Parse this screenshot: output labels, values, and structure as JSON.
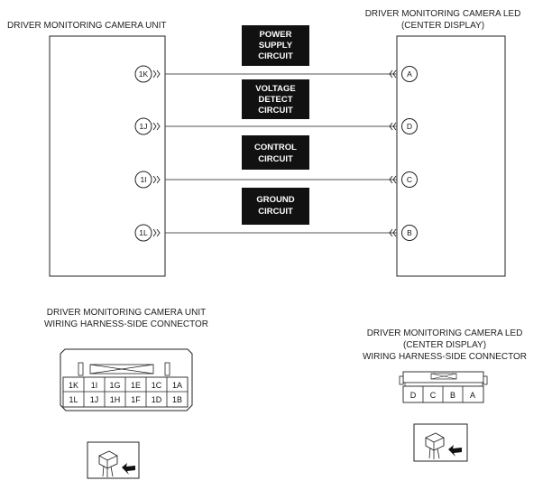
{
  "diagram": {
    "left_unit_title": "DRIVER MONITORING CAMERA UNIT",
    "right_unit_title_line1": "DRIVER MONITORING CAMERA LED",
    "right_unit_title_line2": "(CENTER DISPLAY)",
    "wires": [
      {
        "from_pin": "1K",
        "to_pin": "A",
        "circuit": [
          "POWER",
          "SUPPLY",
          "CIRCUIT"
        ]
      },
      {
        "from_pin": "1J",
        "to_pin": "D",
        "circuit": [
          "VOLTAGE",
          "DETECT",
          "CIRCUIT"
        ]
      },
      {
        "from_pin": "1I",
        "to_pin": "C",
        "circuit": [
          "CONTROL",
          "CIRCUIT"
        ]
      },
      {
        "from_pin": "1L",
        "to_pin": "B",
        "circuit": [
          "GROUND",
          "CIRCUIT"
        ]
      }
    ]
  },
  "left_connector": {
    "title_line1": "DRIVER MONITORING CAMERA UNIT",
    "title_line2": "WIRING HARNESS-SIDE CONNECTOR",
    "rows": [
      [
        "1K",
        "1I",
        "1G",
        "1E",
        "1C",
        "1A"
      ],
      [
        "1L",
        "1J",
        "1H",
        "1F",
        "1D",
        "1B"
      ]
    ]
  },
  "right_connector": {
    "title_line1": "DRIVER MONITORING CAMERA LED",
    "title_line2": "(CENTER DISPLAY)",
    "title_line3": "WIRING HARNESS-SIDE CONNECTOR",
    "cells": [
      "D",
      "C",
      "B",
      "A"
    ]
  }
}
